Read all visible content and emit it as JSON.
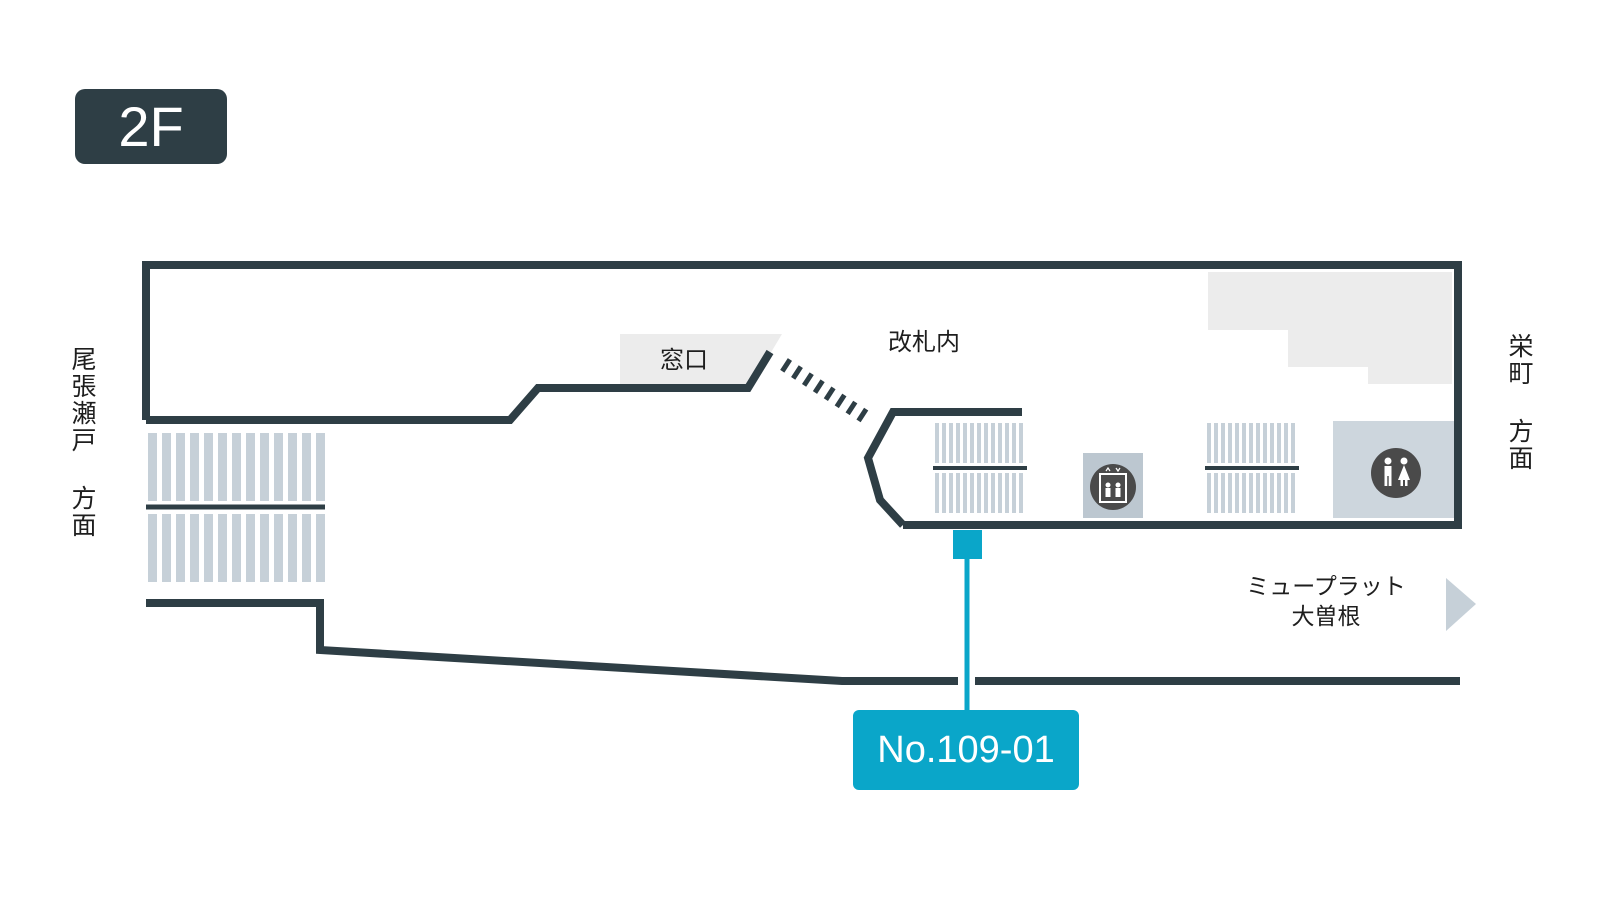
{
  "floor": {
    "label": "2F"
  },
  "areas": {
    "window_label": "窓口",
    "gate_label": "改札内"
  },
  "directions": {
    "west": "尾張瀬戸 方面",
    "east": "栄町 方面",
    "southeast_line1": "ミュープラット",
    "southeast_line2": "大曽根"
  },
  "spot": {
    "id_label": "No.109-01"
  },
  "icons": {
    "elevator": "elevator-icon",
    "restroom": "restroom-icon",
    "direction_arrow": "triangle-right-icon"
  },
  "colors": {
    "wall": "#2e3e45",
    "stairs": "#c6d0d8",
    "highlight": "#0aa6c9",
    "shaded_area": "#ececec",
    "facility_bg": "#cdd6dd",
    "icon_circle": "#4a4a4a"
  }
}
